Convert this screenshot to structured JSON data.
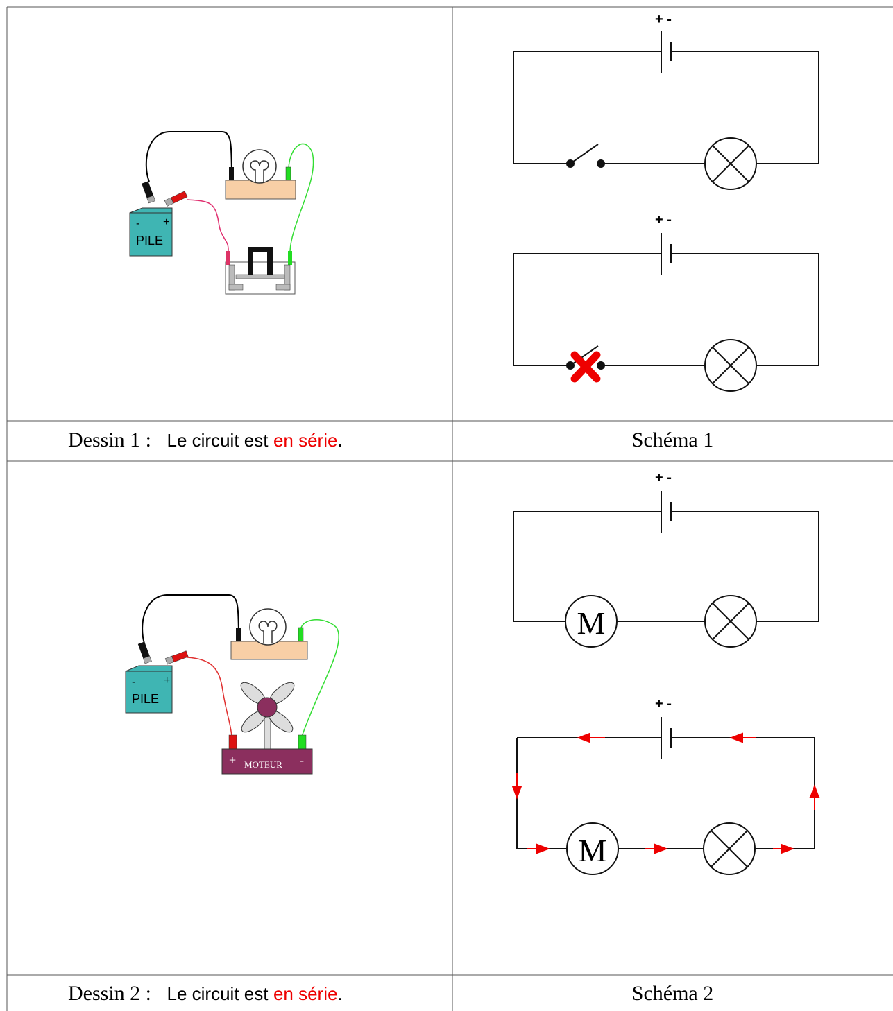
{
  "rows": [
    {
      "drawing": {
        "battery_label": "PILE",
        "battery_minus": "-",
        "battery_plus": "+"
      },
      "caption": {
        "label": "Dessin 1 :",
        "text": "Le circuit est",
        "highlight": "en série",
        "end": "."
      },
      "schema": {
        "caption": "Schéma 1",
        "polarity": "+ -"
      }
    },
    {
      "drawing": {
        "battery_label": "PILE",
        "battery_minus": "-",
        "battery_plus": "+",
        "motor_label": "MOTEUR",
        "motor_plus": "+",
        "motor_minus": "-"
      },
      "caption": {
        "label": "Dessin 2 :",
        "text": "Le circuit est",
        "highlight": "en série",
        "end": "."
      },
      "schema": {
        "caption": "Schéma 2",
        "polarity": "+ -",
        "motor_symbol": "M"
      }
    }
  ],
  "colors": {
    "battery": "#3fb5b3",
    "lamp_base": "#f8cfa6",
    "motor_body": "#8b2f5e",
    "wire_red": "#e03030",
    "wire_green": "#33dd33",
    "highlight": "#ee0000",
    "arrow": "#ee0000"
  }
}
